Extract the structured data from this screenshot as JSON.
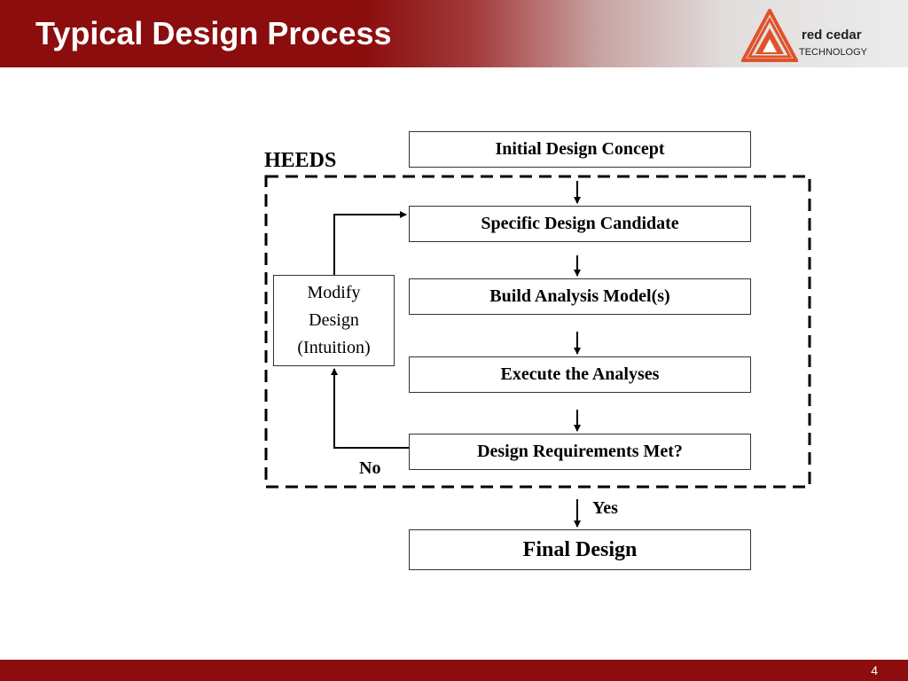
{
  "slide": {
    "title": "Typical Design Process",
    "page_number": "4"
  },
  "logo": {
    "name": "red cedar",
    "subtitle": "TECHNOLOGY",
    "icon": "red-cedar-triangle-logo"
  },
  "diagram": {
    "region_label": "HEEDS",
    "steps": [
      "Initial Design Concept",
      "Specific Design Candidate",
      "Build Analysis Model(s)",
      "Execute the Analyses",
      "Design Requirements Met?"
    ],
    "final_step": "Final Design",
    "modify_box": [
      "Modify",
      "Design",
      "(Intuition)"
    ],
    "yes_label": "Yes",
    "no_label": "No"
  },
  "colors": {
    "brand_red": "#8b0d0d",
    "logo_orange": "#e0522a"
  }
}
